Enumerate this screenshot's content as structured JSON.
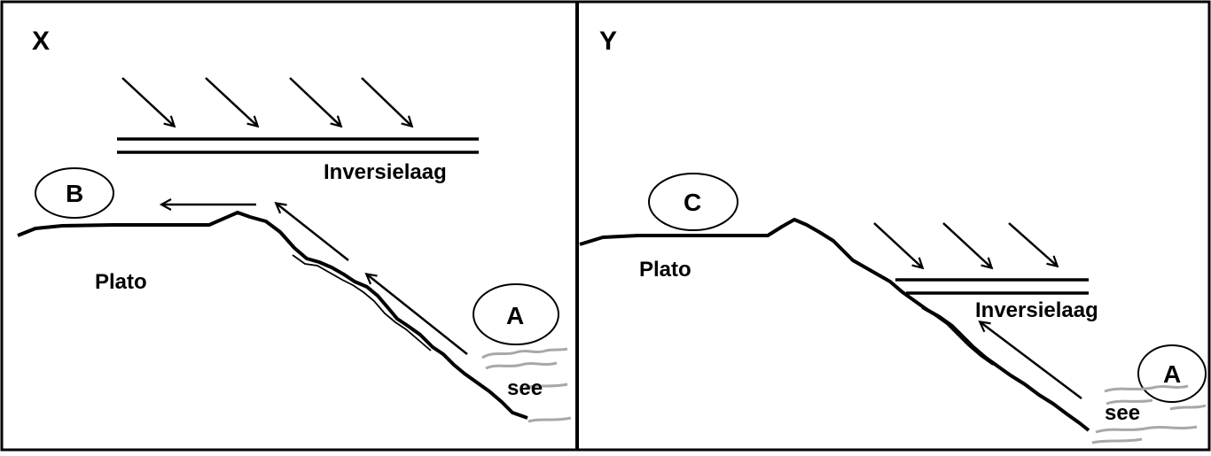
{
  "diagram": {
    "panels": [
      {
        "id": "X",
        "title": "X",
        "circle_label": "B",
        "inversion_label": "Inversielaag",
        "plateau_label": "Plato",
        "source_label": "A",
        "water_label": "see"
      },
      {
        "id": "Y",
        "title": "Y",
        "circle_label": "C",
        "inversion_label": "Inversielaag",
        "plateau_label": "Plato",
        "source_label": "A",
        "water_label": "see"
      }
    ],
    "colors": {
      "line": "#000000",
      "water": "#a8a8a8",
      "background": "#ffffff"
    }
  }
}
